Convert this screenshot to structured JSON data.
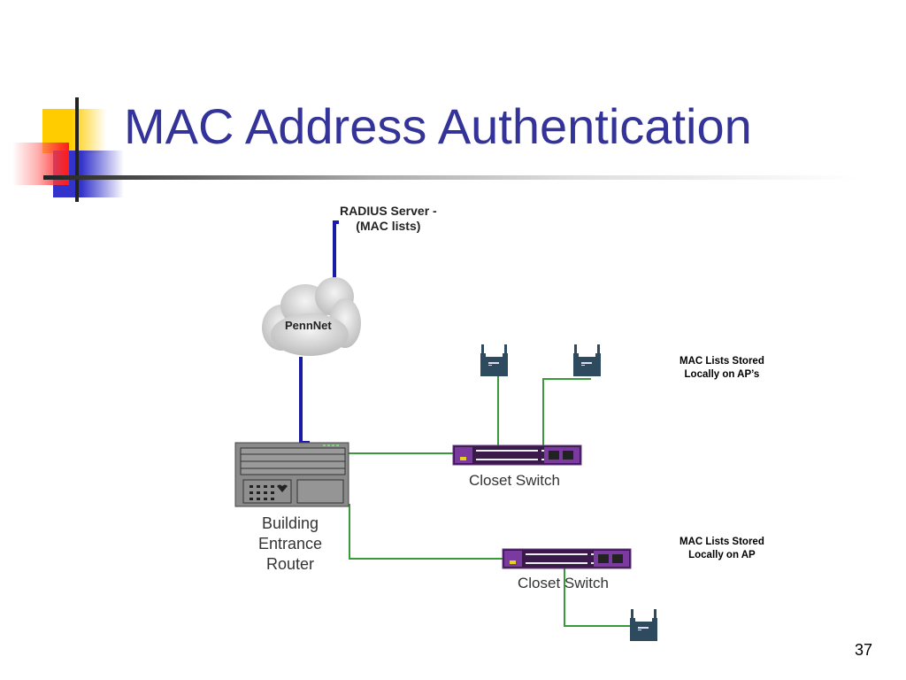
{
  "slide": {
    "title": "MAC Address Authentication",
    "page_number": "37"
  },
  "diagram": {
    "nodes": {
      "radius_server": {
        "label_line1": "RADIUS Server -",
        "label_line2": "(MAC lists)"
      },
      "cloud": {
        "label": "PennNet"
      },
      "router": {
        "label_line1": "Building",
        "label_line2": "Entrance",
        "label_line3": "Router"
      },
      "switch1": {
        "label": "Closet Switch"
      },
      "switch2": {
        "label": "Closet Switch"
      },
      "ap_note1": {
        "line1": "MAC Lists Stored",
        "line2": "Locally on AP’s"
      },
      "ap_note2": {
        "line1": "MAC Lists Stored",
        "line2": "Locally on AP"
      }
    },
    "colors": {
      "title": "#333399",
      "uplink": "#1a1aa8",
      "lan_link": "#3a9a3a",
      "switch_body": "#5a2a7a",
      "ap_body": "#2e4a5e",
      "router_body": "#8a8a8a"
    }
  }
}
